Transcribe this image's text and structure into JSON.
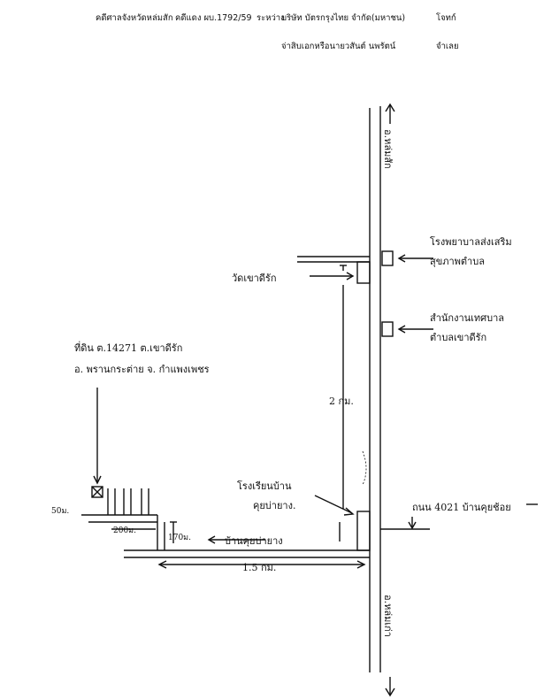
{
  "header": {
    "court": "คดีศาลจังหวัดหล่มสัก",
    "case_label": "คดีแดง ผบ.1792/59",
    "between": "ระหว่าง",
    "plaintiff": "บริษัท บัตรกรุงไทย จำกัด(มหาชน)",
    "plaintiff_role": "โจทก์",
    "defendant": "จ่าสิบเอกหรือนายวสันต์ นพรัตน์",
    "defendant_role": "จำเลย"
  },
  "map": {
    "road_north": "อ.หล่มสัก",
    "road_south": "อ.หล่มเก่า",
    "labels": {
      "school_1": "โรงพยาบาลส่งเสริม",
      "school_1b": "สุขภาพตำบล",
      "temple": "วัดเขาดีรัก",
      "office": "สำนักงานเทศบาล",
      "office_b": "ตำบลเขาดีรัก",
      "distance_main": "2 กม.",
      "land": "ที่ดิน ต.14271 ต.เขาดีรัก",
      "land_b": "อ. พรานกระต่าย จ. กำแพงเพชร",
      "school_2": "โรงเรียนบ้าน",
      "school_2b": "คุยบ่ายาง.",
      "road_4021": "ถนน 4021 บ้านคุยช้อย",
      "dist_50": "50ม.",
      "dist_200": "200ม.",
      "dist_170": "170ม.",
      "village": "บ้านคุยบ่ายาง",
      "distance_bottom": "1.5 กม."
    }
  }
}
